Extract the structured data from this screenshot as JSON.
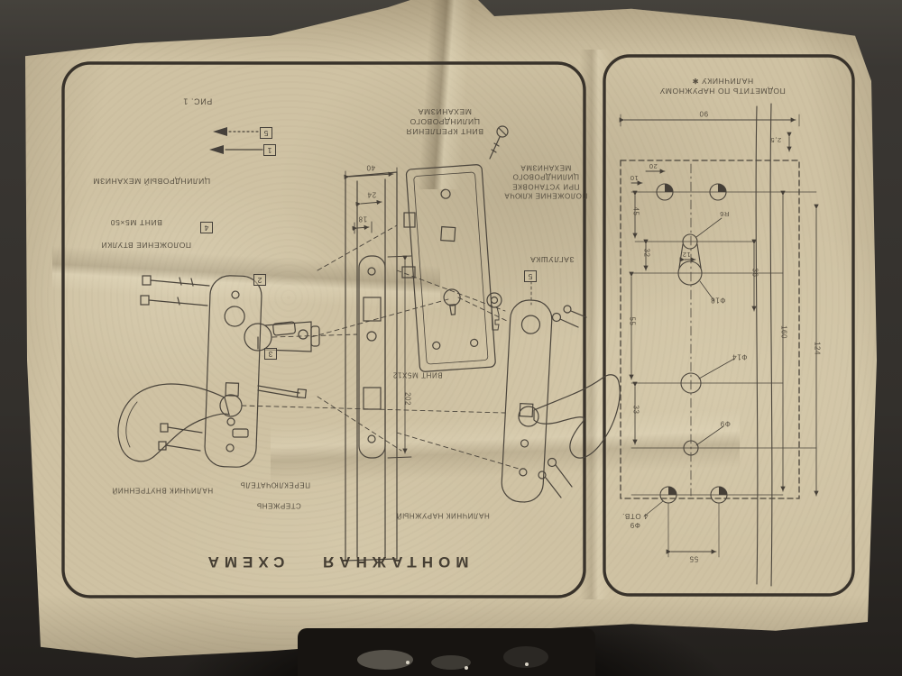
{
  "sheet": {
    "fig_label": "РИС. 1",
    "title": "МОНТАЖНАЯ СХЕМА"
  },
  "assembly": {
    "labels": {
      "cylinder_mechanism": "ЦИЛИНДРОВЫЙ МЕХАНИЗМ",
      "screw_m5x50": "ВИНТ  М5×50",
      "bushing_position": "ПОЛОЖЕНИЕ ВТУЛКИ",
      "cylinder_screw_l1": "ВИНТ КРЕПЛЕНИЯ",
      "cylinder_screw_l2": "ЦИЛИНДРОВОГО",
      "cylinder_screw_l3": "МЕХАНИЗМА",
      "key_position_l1": "ПОЛОЖЕНИЕ КЛЮЧА",
      "key_position_l2": "ПРИ УСТАНОВКЕ",
      "key_position_l3": "ЦИЛИНДРОВОГО",
      "key_position_l4": "МЕХАНИЗМА",
      "plug": "ЗАГЛУШКА",
      "screw_m5x12": "ВИНТ М5Х12",
      "outer_faceplate": "НАЛИЧНИК НАРУЖНЫЙ",
      "inner_faceplate": "НАЛИЧНИК ВНУТРЕННИЙ",
      "switch": "ПЕРЕКЛЮЧАТЕЛЬ",
      "rod": "СТЕРЖЕНЬ"
    },
    "callouts": {
      "c1": "1",
      "c2": "2",
      "c3": "3",
      "c4": "4",
      "c5": "5"
    },
    "dims": {
      "d40": "40",
      "d24": "24",
      "d18": "18",
      "d202": "202"
    }
  },
  "template_panel": {
    "note_line1": "ПОДМЕТИТЬ ПО НАРУЖНОМУ",
    "note_line2": "НАЛИЧНИКУ ✱",
    "dims": {
      "d90": "90",
      "d25": "2,5",
      "d20": "20",
      "d10": "10",
      "d45": "45",
      "d32": "32",
      "d12": "12",
      "d36": "36",
      "d55a": "55",
      "d33": "33",
      "d160": "160",
      "d124": "124",
      "d55b": "55"
    },
    "holes": {
      "r6": "R6",
      "f18": "Ф18",
      "f14": "Ф14",
      "f9": "Ф9",
      "f9x4_l1": "Ф9",
      "f9x4_l2": "4 ОТВ."
    }
  }
}
